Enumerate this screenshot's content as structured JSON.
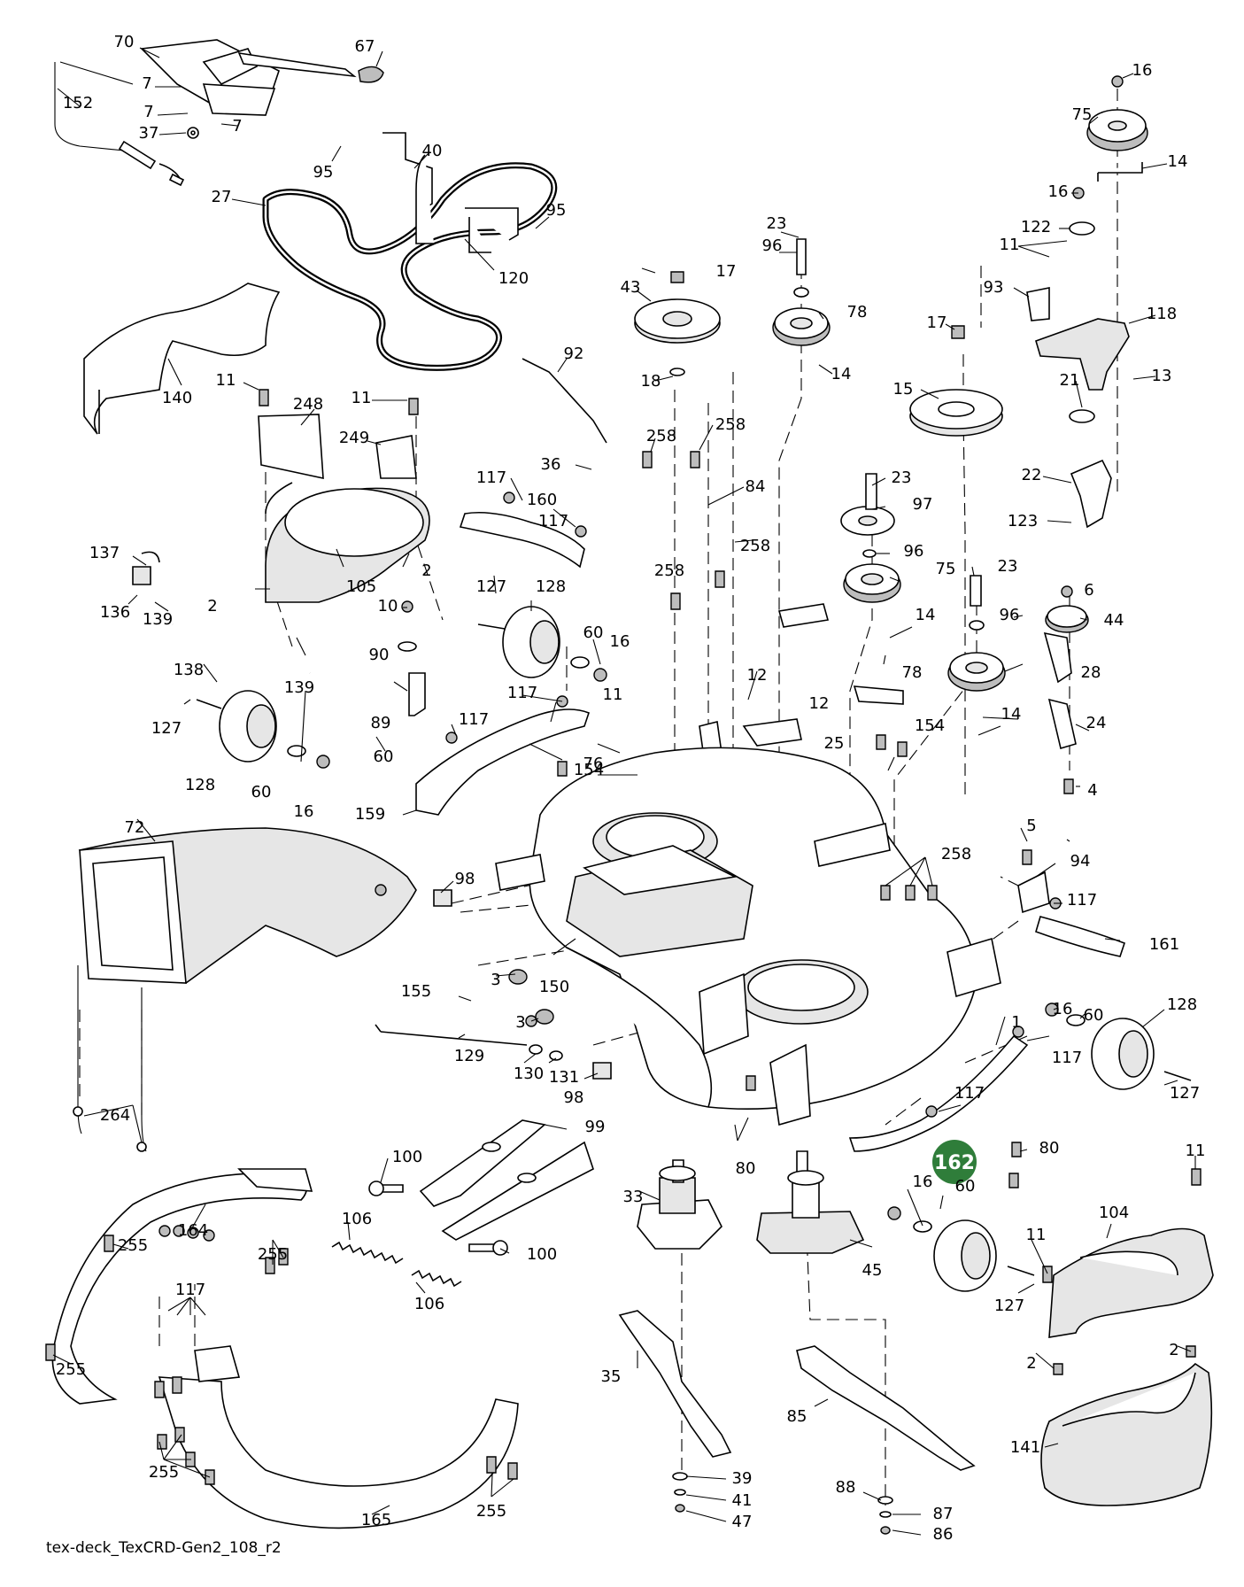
{
  "caption": "tex-deck_TexCRD-Gen2_108_r2",
  "highlight": {
    "label": "162",
    "color": "#2f7d3a"
  },
  "callouts": [
    {
      "id": "c70",
      "text": "70"
    },
    {
      "id": "c67",
      "text": "67"
    },
    {
      "id": "c152",
      "text": "152"
    },
    {
      "id": "c7a",
      "text": "7"
    },
    {
      "id": "c7b",
      "text": "7"
    },
    {
      "id": "c7c",
      "text": "7"
    },
    {
      "id": "c37",
      "text": "37"
    },
    {
      "id": "c95a",
      "text": "95"
    },
    {
      "id": "c40",
      "text": "40"
    },
    {
      "id": "c27",
      "text": "27"
    },
    {
      "id": "c95b",
      "text": "95"
    },
    {
      "id": "c120",
      "text": "120"
    },
    {
      "id": "c140",
      "text": "140"
    },
    {
      "id": "c11a",
      "text": "11"
    },
    {
      "id": "c248",
      "text": "248"
    },
    {
      "id": "c11b",
      "text": "11"
    },
    {
      "id": "c249",
      "text": "249"
    },
    {
      "id": "c92",
      "text": "92"
    },
    {
      "id": "c17a",
      "text": "17"
    },
    {
      "id": "c43",
      "text": "43"
    },
    {
      "id": "c18",
      "text": "18"
    },
    {
      "id": "c23a",
      "text": "23"
    },
    {
      "id": "c96a",
      "text": "96"
    },
    {
      "id": "c78a",
      "text": "78"
    },
    {
      "id": "c14a",
      "text": "14"
    },
    {
      "id": "c16a",
      "text": "16"
    },
    {
      "id": "c75a",
      "text": "75"
    },
    {
      "id": "c14b",
      "text": "14"
    },
    {
      "id": "c16b",
      "text": "16"
    },
    {
      "id": "c122",
      "text": "122"
    },
    {
      "id": "c11c",
      "text": "11"
    },
    {
      "id": "c93",
      "text": "93"
    },
    {
      "id": "c118",
      "text": "118"
    },
    {
      "id": "c17b",
      "text": "17"
    },
    {
      "id": "c15",
      "text": "15"
    },
    {
      "id": "c21",
      "text": "21"
    },
    {
      "id": "c13",
      "text": "13"
    },
    {
      "id": "c258a",
      "text": "258"
    },
    {
      "id": "c258b",
      "text": "258"
    },
    {
      "id": "c36",
      "text": "36"
    },
    {
      "id": "c84",
      "text": "84"
    },
    {
      "id": "c22",
      "text": "22"
    },
    {
      "id": "c123",
      "text": "123"
    },
    {
      "id": "c137",
      "text": "137"
    },
    {
      "id": "c105",
      "text": "105"
    },
    {
      "id": "c2a",
      "text": "2"
    },
    {
      "id": "c117a",
      "text": "117"
    },
    {
      "id": "c160",
      "text": "160"
    },
    {
      "id": "c117b",
      "text": "117"
    },
    {
      "id": "c23b",
      "text": "23"
    },
    {
      "id": "c97",
      "text": "97"
    },
    {
      "id": "c96b",
      "text": "96"
    },
    {
      "id": "c75b",
      "text": "75"
    },
    {
      "id": "c136",
      "text": "136"
    },
    {
      "id": "c139a",
      "text": "139"
    },
    {
      "id": "c2b",
      "text": "2"
    },
    {
      "id": "c10",
      "text": "10"
    },
    {
      "id": "c127a",
      "text": "127"
    },
    {
      "id": "c128a",
      "text": "128"
    },
    {
      "id": "c258c",
      "text": "258"
    },
    {
      "id": "c258d",
      "text": "258"
    },
    {
      "id": "c23c",
      "text": "23"
    },
    {
      "id": "c6",
      "text": "6"
    },
    {
      "id": "c44",
      "text": "44"
    },
    {
      "id": "c90",
      "text": "90"
    },
    {
      "id": "c60a",
      "text": "60"
    },
    {
      "id": "c16c",
      "text": "16"
    },
    {
      "id": "c14c",
      "text": "14"
    },
    {
      "id": "c96c",
      "text": "96"
    },
    {
      "id": "c138",
      "text": "138"
    },
    {
      "id": "c139b",
      "text": "139"
    },
    {
      "id": "c12a",
      "text": "12"
    },
    {
      "id": "c28",
      "text": "28"
    },
    {
      "id": "c78b",
      "text": "78"
    },
    {
      "id": "c127b",
      "text": "127"
    },
    {
      "id": "c117c",
      "text": "117"
    },
    {
      "id": "c11d",
      "text": "11"
    },
    {
      "id": "c12b",
      "text": "12"
    },
    {
      "id": "c89",
      "text": "89"
    },
    {
      "id": "c117d",
      "text": "117"
    },
    {
      "id": "c14d",
      "text": "14"
    },
    {
      "id": "c25",
      "text": "25"
    },
    {
      "id": "c154a",
      "text": "154"
    },
    {
      "id": "c24",
      "text": "24"
    },
    {
      "id": "c60b",
      "text": "60"
    },
    {
      "id": "c128b",
      "text": "128"
    },
    {
      "id": "c76",
      "text": "76"
    },
    {
      "id": "c154b",
      "text": "154"
    },
    {
      "id": "c60c",
      "text": "60"
    },
    {
      "id": "c16d",
      "text": "16"
    },
    {
      "id": "c159",
      "text": "159"
    },
    {
      "id": "c4",
      "text": "4"
    },
    {
      "id": "c72",
      "text": "72"
    },
    {
      "id": "c5",
      "text": "5"
    },
    {
      "id": "c258e",
      "text": "258"
    },
    {
      "id": "c94",
      "text": "94"
    },
    {
      "id": "c98a",
      "text": "98"
    },
    {
      "id": "c117e",
      "text": "117"
    },
    {
      "id": "c161",
      "text": "161"
    },
    {
      "id": "c3a",
      "text": "3"
    },
    {
      "id": "c150",
      "text": "150"
    },
    {
      "id": "c155",
      "text": "155"
    },
    {
      "id": "c16e",
      "text": "16"
    },
    {
      "id": "c60d",
      "text": "60"
    },
    {
      "id": "c128c",
      "text": "128"
    },
    {
      "id": "c1",
      "text": "1"
    },
    {
      "id": "c3b",
      "text": "3"
    },
    {
      "id": "c117f",
      "text": "117"
    },
    {
      "id": "c129",
      "text": "129"
    },
    {
      "id": "c130",
      "text": "130"
    },
    {
      "id": "c131",
      "text": "131"
    },
    {
      "id": "c98b",
      "text": "98"
    },
    {
      "id": "c127c",
      "text": "127"
    },
    {
      "id": "c264",
      "text": "264"
    },
    {
      "id": "c99",
      "text": "99"
    },
    {
      "id": "c117g",
      "text": "117"
    },
    {
      "id": "c100a",
      "text": "100"
    },
    {
      "id": "c80a",
      "text": "80"
    },
    {
      "id": "c80b",
      "text": "80"
    },
    {
      "id": "c33",
      "text": "33"
    },
    {
      "id": "c16f",
      "text": "16"
    },
    {
      "id": "c60e",
      "text": "60"
    },
    {
      "id": "c11e",
      "text": "11"
    },
    {
      "id": "c106a",
      "text": "106"
    },
    {
      "id": "c164",
      "text": "164"
    },
    {
      "id": "c104",
      "text": "104"
    },
    {
      "id": "c255a",
      "text": "255"
    },
    {
      "id": "c255b",
      "text": "255"
    },
    {
      "id": "c100b",
      "text": "100"
    },
    {
      "id": "c45",
      "text": "45"
    },
    {
      "id": "c11f",
      "text": "11"
    },
    {
      "id": "c127d",
      "text": "127"
    },
    {
      "id": "c106b",
      "text": "106"
    },
    {
      "id": "c117h",
      "text": "117"
    },
    {
      "id": "c2c",
      "text": "2"
    },
    {
      "id": "c2d",
      "text": "2"
    },
    {
      "id": "c255c",
      "text": "255"
    },
    {
      "id": "c35",
      "text": "35"
    },
    {
      "id": "c85",
      "text": "85"
    },
    {
      "id": "c141",
      "text": "141"
    },
    {
      "id": "c255d",
      "text": "255"
    },
    {
      "id": "c39",
      "text": "39"
    },
    {
      "id": "c41",
      "text": "41"
    },
    {
      "id": "c47",
      "text": "47"
    },
    {
      "id": "c88",
      "text": "88"
    },
    {
      "id": "c87",
      "text": "87"
    },
    {
      "id": "c86",
      "text": "86"
    },
    {
      "id": "c255e",
      "text": "255"
    },
    {
      "id": "c165",
      "text": "165"
    }
  ]
}
